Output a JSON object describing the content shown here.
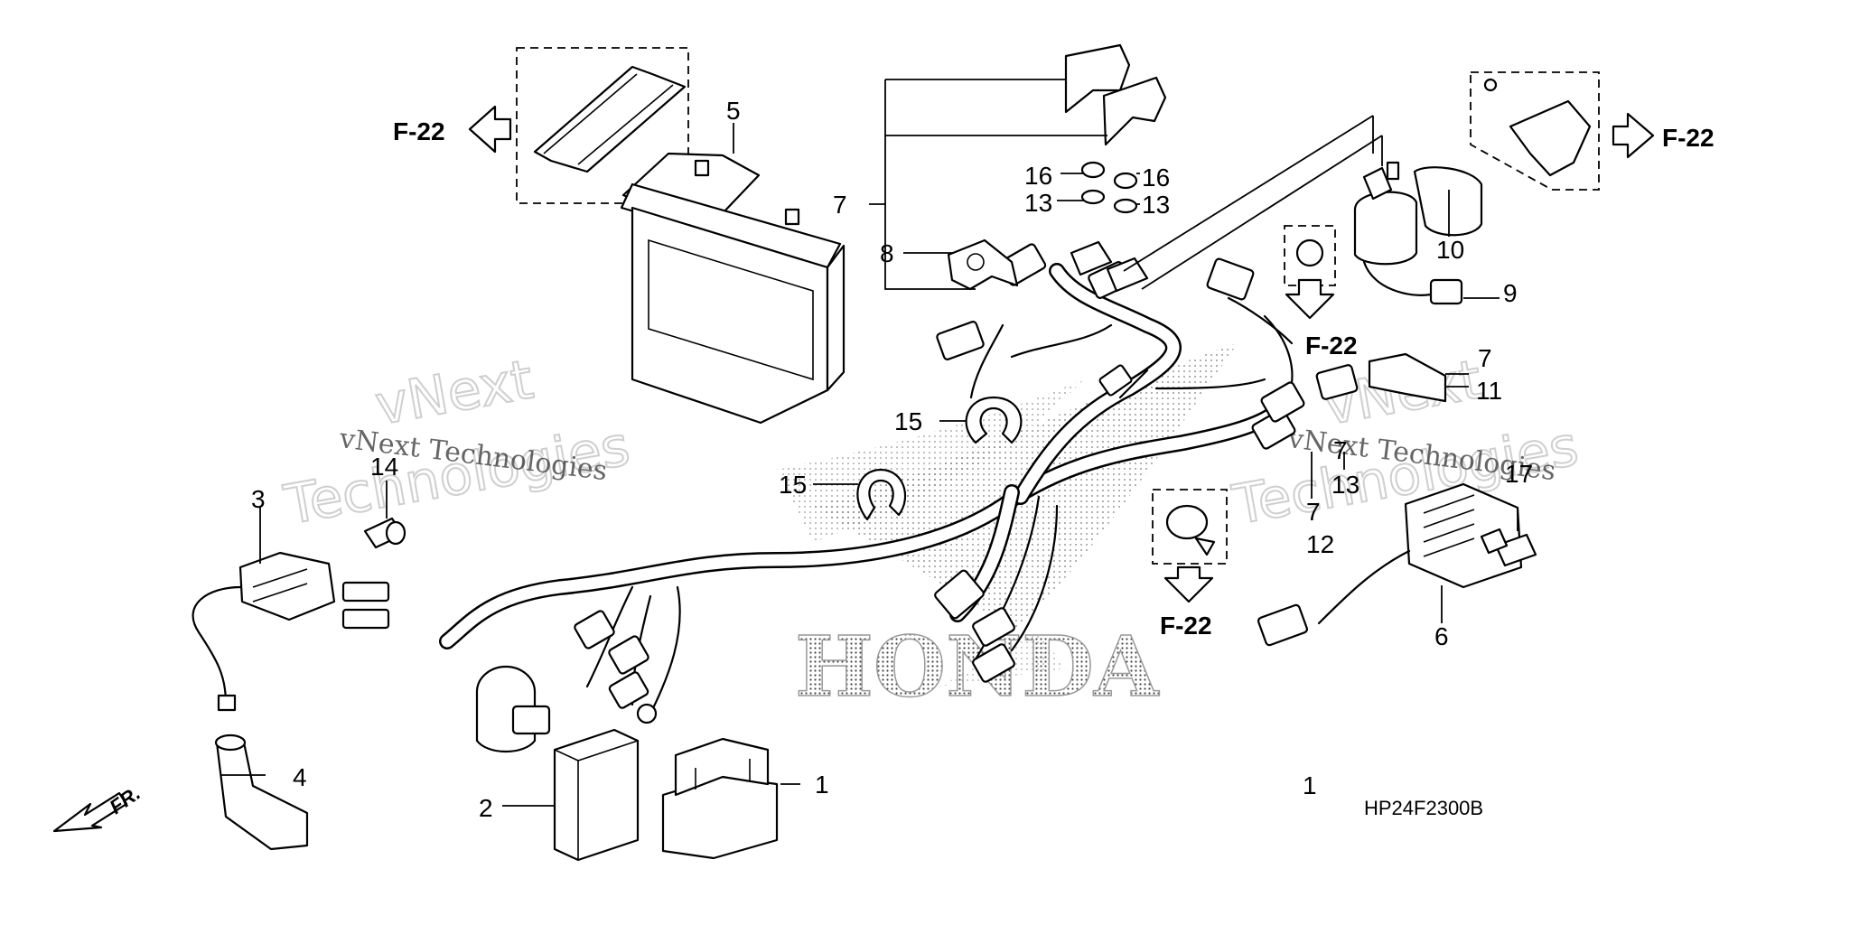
{
  "diagram": {
    "drawing_code": "HP24F2300B",
    "front_label": "FR.",
    "ref_label": "F-22",
    "part_labels": [
      {
        "id": "p1",
        "text": "1"
      },
      {
        "id": "p2",
        "text": "2"
      },
      {
        "id": "p3",
        "text": "3"
      },
      {
        "id": "p4",
        "text": "4"
      },
      {
        "id": "p5",
        "text": "5"
      },
      {
        "id": "p6",
        "text": "6"
      },
      {
        "id": "p7a",
        "text": "7"
      },
      {
        "id": "p7b",
        "text": "7"
      },
      {
        "id": "p7c",
        "text": "7"
      },
      {
        "id": "p7d",
        "text": "7"
      },
      {
        "id": "p8",
        "text": "8"
      },
      {
        "id": "p9",
        "text": "9"
      },
      {
        "id": "p10",
        "text": "10"
      },
      {
        "id": "p11",
        "text": "11"
      },
      {
        "id": "p12",
        "text": "12"
      },
      {
        "id": "p13a",
        "text": "13"
      },
      {
        "id": "p13b",
        "text": "13"
      },
      {
        "id": "p13c",
        "text": "13"
      },
      {
        "id": "p14",
        "text": "14"
      },
      {
        "id": "p15a",
        "text": "15"
      },
      {
        "id": "p15b",
        "text": "15"
      },
      {
        "id": "p16a",
        "text": "16"
      },
      {
        "id": "p16b",
        "text": "16"
      },
      {
        "id": "p17",
        "text": "17"
      }
    ]
  },
  "watermark": {
    "line1": "vNext",
    "line2": "Technologies",
    "caption": "vNext Technologies",
    "brand": "HONDA"
  }
}
